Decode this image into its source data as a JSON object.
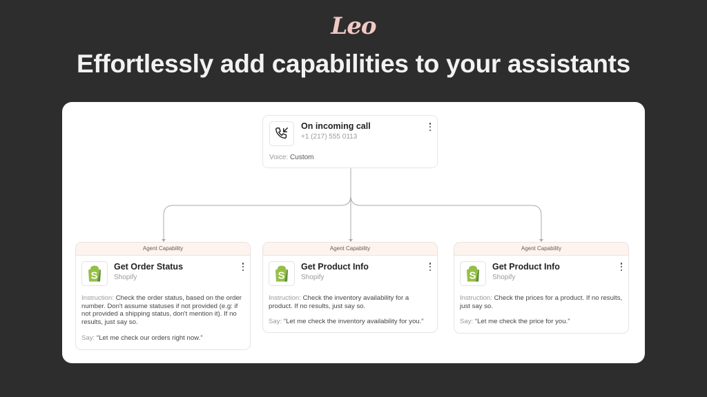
{
  "brand": {
    "logo_text": "Leo"
  },
  "headline": "Effortlessly add capabilities to your assistants",
  "trigger": {
    "icon": "incoming-call-icon",
    "title": "On incoming call",
    "phone": "+1 (217) 555 0113",
    "voice_label": "Voice:",
    "voice_value": "Custom"
  },
  "capabilities": [
    {
      "banner": "Agent Capability",
      "icon": "shopify-icon",
      "title": "Get Order Status",
      "provider": "Shopify",
      "instruction_label": "Instruction:",
      "instruction_text": "Check the order status, based on the order number. Don't assume statuses if not provided (e.g: if not provided a shipping status, don't mention it). If no results, just say so.",
      "say_label": "Say:",
      "say_text": "“Let me check our orders right now.”"
    },
    {
      "banner": "Agent Capability",
      "icon": "shopify-icon",
      "title": "Get Product Info",
      "provider": "Shopify",
      "instruction_label": "Instruction:",
      "instruction_text": "Check the inventory availability for a product. If no results, just say so.",
      "say_label": "Say:",
      "say_text": "“Let me check the inventory availability for you.”"
    },
    {
      "banner": "Agent Capability",
      "icon": "shopify-icon",
      "title": "Get Product Info",
      "provider": "Shopify",
      "instruction_label": "Instruction:",
      "instruction_text": "Check the prices for a product. If no results, just say so.",
      "say_label": "Say:",
      "say_text": "“Let me check the price for you.”"
    }
  ],
  "colors": {
    "page_background": "#2d2d2d",
    "logo": "#f1c9c4",
    "shopify_green": "#95bf47",
    "banner": "#fdf4ef"
  }
}
